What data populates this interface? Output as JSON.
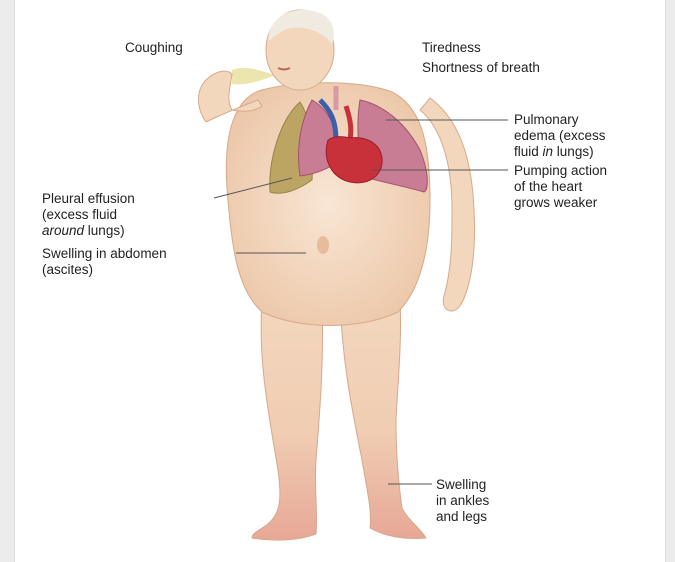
{
  "labels": {
    "coughing": "Coughing",
    "tiredness": "Tiredness",
    "shortness": "Shortness of breath",
    "pulmonary": {
      "line1": "Pulmonary",
      "line2": "edema (excess",
      "line3_a": "fluid ",
      "line3_em": "in",
      "line3_b": " lungs)"
    },
    "pumping": {
      "line1": "Pumping action",
      "line2": "of the heart",
      "line3": "grows weaker"
    },
    "pleural": {
      "line1": "Pleural effusion",
      "line2": "(excess fluid",
      "line3_em": "around",
      "line3_b": " lungs)"
    },
    "abdomen": {
      "line1": "Swelling in abdomen",
      "line2": "(ascites)"
    },
    "ankles": {
      "line1": "Swelling",
      "line2": "in ankles",
      "line3": "and legs"
    }
  },
  "colors": {
    "skin": "#f3d7bd",
    "skin_shadow": "#e6bc9c",
    "skin_highlight": "#f8e6d4",
    "swelling_red": "#e9a796",
    "lung_pink": "#c97d95",
    "lung_dark": "#a24f6f",
    "effusion": "#b7a05a",
    "heart_red": "#c8303a",
    "vessel_blue": "#3d5fa8",
    "hair": "#f0ebe1",
    "breath": "#e9e2a0",
    "leader_line": "#555555"
  }
}
